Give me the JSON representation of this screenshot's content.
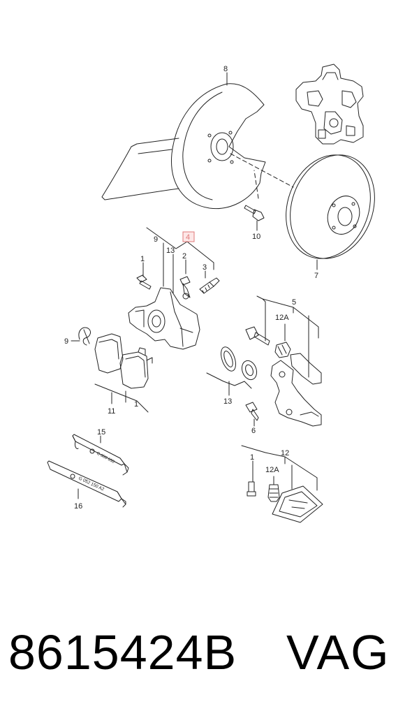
{
  "labels": {
    "l8": "8",
    "l4": "4",
    "l9": "9",
    "l13a": "13",
    "l2": "2",
    "l1a": "1",
    "l3": "3",
    "l10": "10",
    "l7": "7",
    "l5": "5",
    "l12a1": "12A",
    "l9b": "9",
    "l11": "11",
    "l1b": "1",
    "l13b": "13",
    "l6": "6",
    "l15": "15",
    "l16": "16",
    "l12": "12",
    "l1c": "1",
    "l12a2": "12A"
  },
  "tube_texts": {
    "t15": "G 000 650",
    "t16": "G 052 150 A2"
  },
  "colors": {
    "highlight": "#e07a7a",
    "line": "#222222"
  },
  "footer": {
    "part_number": "8615424B",
    "brand": "VAG"
  }
}
